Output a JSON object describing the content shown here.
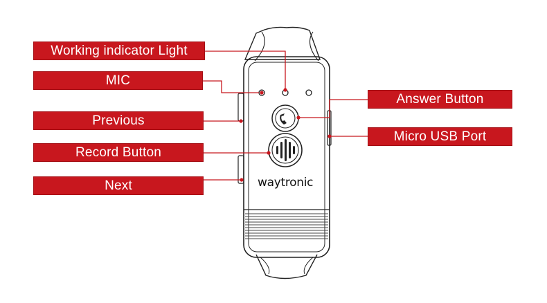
{
  "labels": {
    "working_indicator": "Working indicator Light",
    "mic": "MIC",
    "previous": "Previous",
    "record_button": "Record Button",
    "next": "Next",
    "answer_button": "Answer Button",
    "micro_usb_port": "Micro USB Port"
  },
  "device": {
    "brand": "waytronic"
  },
  "colors": {
    "label_fill": "#c8171e",
    "label_text": "#ffffff",
    "leader_line": "#c8171e",
    "device_outline": "#222222"
  }
}
